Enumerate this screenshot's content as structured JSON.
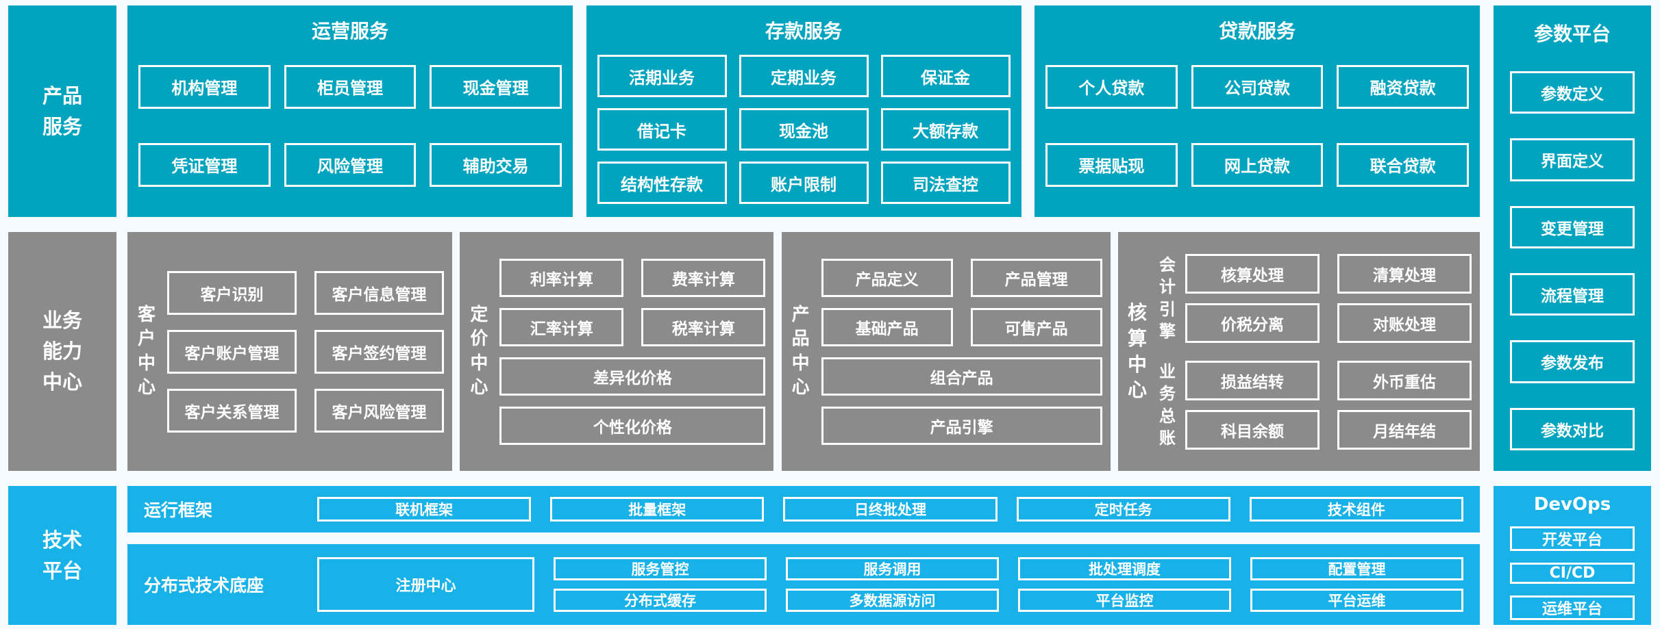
{
  "palette": {
    "teal": "#00a4bf",
    "gray": "#8b8b8b",
    "blue": "#18b2e9",
    "background": "#f5fbfe",
    "text": "#ffffff"
  },
  "left_labels": {
    "products": "产品\n服务",
    "business": "业务\n能力\n中心",
    "tech": "技术\n平台"
  },
  "operations": {
    "title": "运营服务",
    "items": [
      "机构管理",
      "柜员管理",
      "现金管理",
      "凭证管理",
      "风险管理",
      "辅助交易"
    ]
  },
  "deposits": {
    "title": "存款服务",
    "items": [
      "活期业务",
      "定期业务",
      "保证金",
      "借记卡",
      "现金池",
      "大额存款",
      "结构性存款",
      "账户限制",
      "司法查控"
    ]
  },
  "loans": {
    "title": "贷款服务",
    "items": [
      "个人贷款",
      "公司贷款",
      "融资贷款",
      "票据贴现",
      "网上贷款",
      "联合贷款"
    ]
  },
  "parameter_platform": {
    "title": "参数平台",
    "items": [
      "参数定义",
      "界面定义",
      "变更管理",
      "流程管理",
      "参数发布",
      "参数对比"
    ]
  },
  "customer_center": {
    "label": "客户中心",
    "items": [
      "客户识别",
      "客户信息管理",
      "客户账户管理",
      "客户签约管理",
      "客户关系管理",
      "客户风险管理"
    ]
  },
  "pricing_center": {
    "label": "定价中心",
    "small_items": [
      "利率计算",
      "费率计算",
      "汇率计算",
      "税率计算"
    ],
    "wide_items": [
      "差异化价格",
      "个性化价格"
    ]
  },
  "product_center": {
    "label": "产品中心",
    "small_items": [
      "产品定义",
      "产品管理",
      "基础产品",
      "可售产品"
    ],
    "wide_items": [
      "组合产品",
      "产品引擎"
    ]
  },
  "accounting_center": {
    "label": "核算中心",
    "groups": [
      {
        "label": "会计引擎",
        "items": [
          "核算处理",
          "清算处理",
          "价税分离",
          "对账处理"
        ]
      },
      {
        "label": "业务总账",
        "items": [
          "损益结转",
          "外币重估",
          "科目余额",
          "月结年结"
        ]
      }
    ]
  },
  "runtime_framework": {
    "label": "运行框架",
    "items": [
      "联机框架",
      "批量框架",
      "日终批处理",
      "定时任务",
      "技术组件"
    ]
  },
  "distributed_base": {
    "label": "分布式技术底座",
    "registry": "注册中心",
    "columns": [
      [
        "服务管控",
        "分布式缓存"
      ],
      [
        "服务调用",
        "多数据源访问"
      ],
      [
        "批处理调度",
        "平台监控"
      ],
      [
        "配置管理",
        "平台运维"
      ]
    ]
  },
  "devops": {
    "title": "DevOps",
    "items": [
      "开发平台",
      "CI/CD",
      "运维平台"
    ]
  }
}
